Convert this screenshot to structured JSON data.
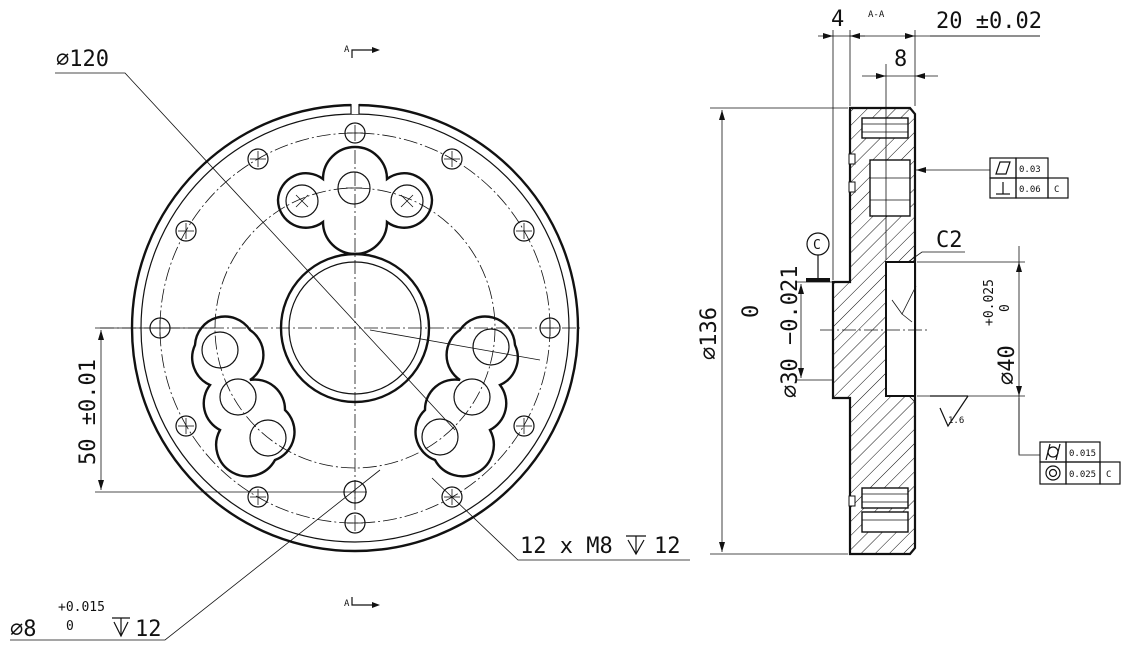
{
  "front_view": {
    "dia_120": "∅120",
    "dim_50": "50 ±0.01",
    "dowel_dia": "∅8",
    "dowel_tol_upper": "+0.015",
    "dowel_tol_lower": "0",
    "dowel_depth": "12",
    "thread_callout": "12 x  M8",
    "thread_depth": "12",
    "section_mark": "A"
  },
  "section_view": {
    "title": "A-A",
    "dim_4": "4",
    "dim_20": "20 ±0.02",
    "dim_8": "8",
    "dia_136": "∅136",
    "dia_30": "∅30 −0.021",
    "dia_30_upper": "0",
    "dia_40": "∅40",
    "dia_40_upper": "+0.025",
    "dia_40_lower": "0",
    "chamfer": "C2",
    "datum": "C",
    "roughness": "1.6",
    "fcf_top": {
      "row1": {
        "symbol": "flatness-icon",
        "value": "0.03"
      },
      "row2": {
        "symbol": "perpendicularity-icon",
        "value": "0.06",
        "datum": "C"
      }
    },
    "fcf_bottom": {
      "row1": {
        "symbol": "cylindricity-icon",
        "value": "0.015"
      },
      "row2": {
        "symbol": "concentricity-icon",
        "value": "0.025",
        "datum": "C"
      }
    }
  }
}
